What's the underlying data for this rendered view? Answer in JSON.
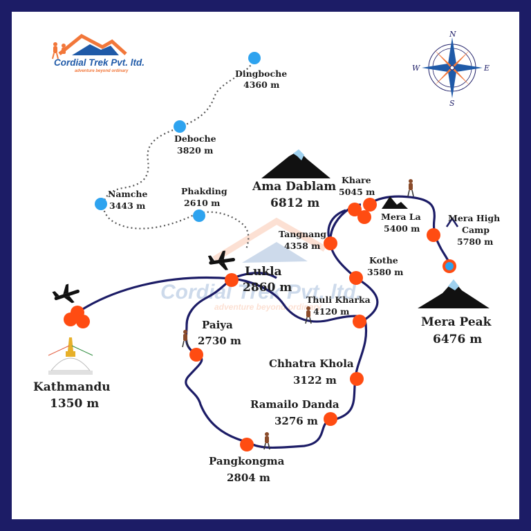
{
  "logo": {
    "name": "Cordial Trek Pvt. ltd.",
    "tagline": "adventure beyond ordinary"
  },
  "compass": {
    "n": "N",
    "s": "S",
    "e": "E",
    "w": "W"
  },
  "places": {
    "dingboche": {
      "name": "Dingboche",
      "alt": "4360 m"
    },
    "deboche": {
      "name": "Deboche",
      "alt": "3820 m"
    },
    "namche": {
      "name": "Namche",
      "alt": "3443 m"
    },
    "phakding": {
      "name": "Phakding",
      "alt": "2610 m"
    },
    "ama_dablam": {
      "name": "Ama Dablam",
      "alt": "6812 m"
    },
    "khare": {
      "name": "Khare",
      "alt": "5045 m"
    },
    "mera_la": {
      "name": "Mera La",
      "alt": "5400 m"
    },
    "mera_high_camp": {
      "name1": "Mera High",
      "name2": "Camp",
      "alt": "5780 m"
    },
    "tangnang": {
      "name": "Tangnang",
      "alt": "4358 m"
    },
    "kothe": {
      "name": "Kothe",
      "alt": "3580 m"
    },
    "lukla": {
      "name": "Lukla",
      "alt": "2860 m"
    },
    "thuli_kharka": {
      "name": "Thuli Kharka",
      "alt": "4120 m"
    },
    "mera_peak": {
      "name": "Mera Peak",
      "alt": "6476 m"
    },
    "paiya": {
      "name": "Paiya",
      "alt": "2730 m"
    },
    "chhatra_khola": {
      "name": "Chhatra Khola",
      "alt": "3122 m"
    },
    "ramailo_danda": {
      "name": "Ramailo Danda",
      "alt": "3276 m"
    },
    "pangkongma": {
      "name": "Pangkongma",
      "alt": "2804 m"
    },
    "kathmandu": {
      "name": "Kathmandu",
      "alt": "1350 m"
    }
  },
  "colors": {
    "frame": "#1c1c66",
    "background": "#ffffff",
    "route": "#1c1c66",
    "stop": "#ff4c12",
    "side_stop": "#2ea3ef",
    "logo_orange": "#f2773a",
    "logo_blue": "#1f5aa8"
  }
}
